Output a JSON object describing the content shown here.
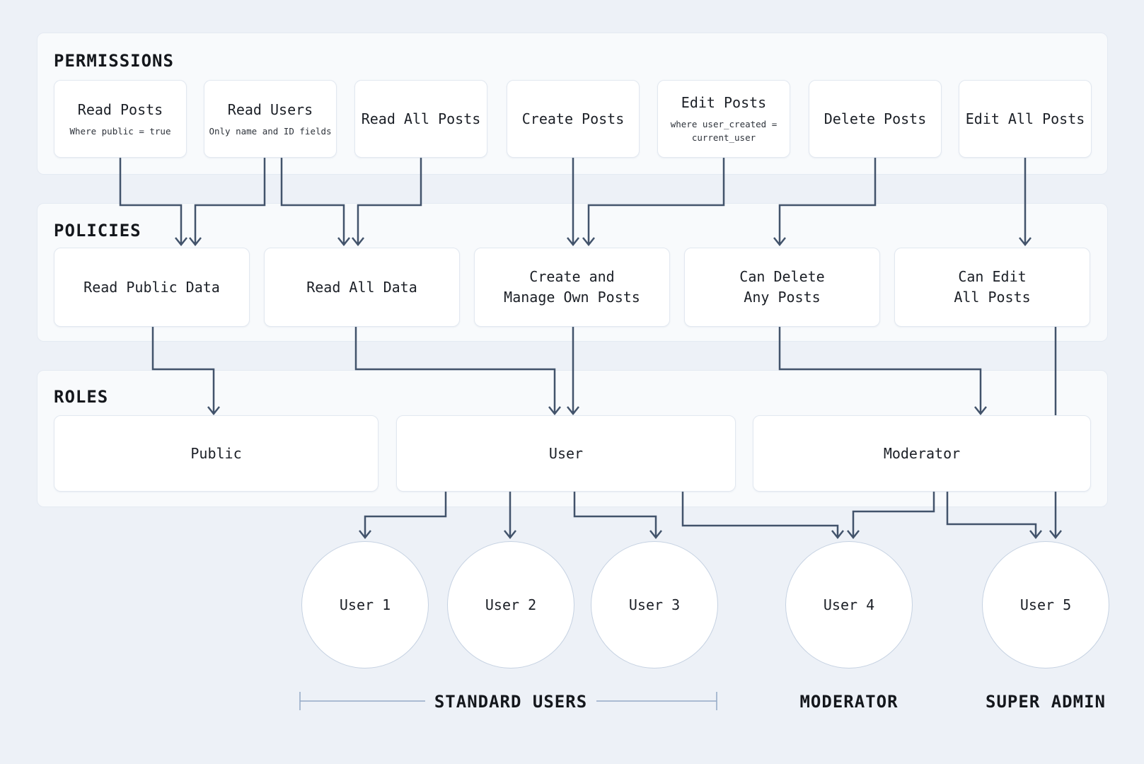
{
  "sections": {
    "permissions": {
      "label": "PERMISSIONS",
      "items": [
        {
          "title": "Read Posts",
          "subtitle": "Where public = true"
        },
        {
          "title": "Read Users",
          "subtitle": "Only name and ID fields"
        },
        {
          "title": "Read All Posts"
        },
        {
          "title": "Create Posts"
        },
        {
          "title": "Edit Posts",
          "subtitle": "where user_created =\ncurrent_user"
        },
        {
          "title": "Delete Posts"
        },
        {
          "title": "Edit All Posts"
        }
      ]
    },
    "policies": {
      "label": "POLICIES",
      "items": [
        {
          "title": "Read Public Data"
        },
        {
          "title": "Read All Data"
        },
        {
          "title": "Create and\nManage Own Posts"
        },
        {
          "title": "Can Delete\nAny Posts"
        },
        {
          "title": "Can Edit\nAll Posts"
        }
      ]
    },
    "roles": {
      "label": "ROLES",
      "items": [
        {
          "title": "Public"
        },
        {
          "title": "User"
        },
        {
          "title": "Moderator"
        }
      ]
    }
  },
  "users": [
    {
      "name": "User 1"
    },
    {
      "name": "User 2"
    },
    {
      "name": "User 3"
    },
    {
      "name": "User 4"
    },
    {
      "name": "User 5"
    }
  ],
  "group_labels": {
    "standard_users": "STANDARD USERS",
    "moderator": "MODERATOR",
    "super_admin": "SUPER ADMIN"
  },
  "edges": {
    "permissions_to_policies": [
      {
        "from": "Read Posts",
        "to": "Read Public Data"
      },
      {
        "from": "Read Users",
        "to": "Read Public Data"
      },
      {
        "from": "Read Users",
        "to": "Read All Data"
      },
      {
        "from": "Read All Posts",
        "to": "Read All Data"
      },
      {
        "from": "Create Posts",
        "to": "Create and Manage Own Posts"
      },
      {
        "from": "Edit Posts",
        "to": "Create and Manage Own Posts"
      },
      {
        "from": "Delete Posts",
        "to": "Can Delete Any Posts"
      },
      {
        "from": "Edit All Posts",
        "to": "Can Edit All Posts"
      }
    ],
    "policies_to_roles": [
      {
        "from": "Read Public Data",
        "to": "Public"
      },
      {
        "from": "Read All Data",
        "to": "User"
      },
      {
        "from": "Create and Manage Own Posts",
        "to": "User"
      },
      {
        "from": "Can Delete Any Posts",
        "to": "Moderator"
      },
      {
        "from": "Can Edit All Posts",
        "to": "User 5"
      }
    ],
    "roles_to_users": [
      {
        "from": "User",
        "to": "User 1"
      },
      {
        "from": "User",
        "to": "User 2"
      },
      {
        "from": "User",
        "to": "User 3"
      },
      {
        "from": "User",
        "to": "User 4"
      },
      {
        "from": "Moderator",
        "to": "User 4"
      },
      {
        "from": "Moderator",
        "to": "User 5"
      }
    ]
  },
  "colors": {
    "background": "#edf1f7",
    "section_background": "#f8fafc",
    "node_background": "#ffffff",
    "node_border": "#e2e8f0",
    "circle_border": "#c6d2e2",
    "connector": "#42536b",
    "bracket": "#93a9c6",
    "text": "#15181e"
  }
}
